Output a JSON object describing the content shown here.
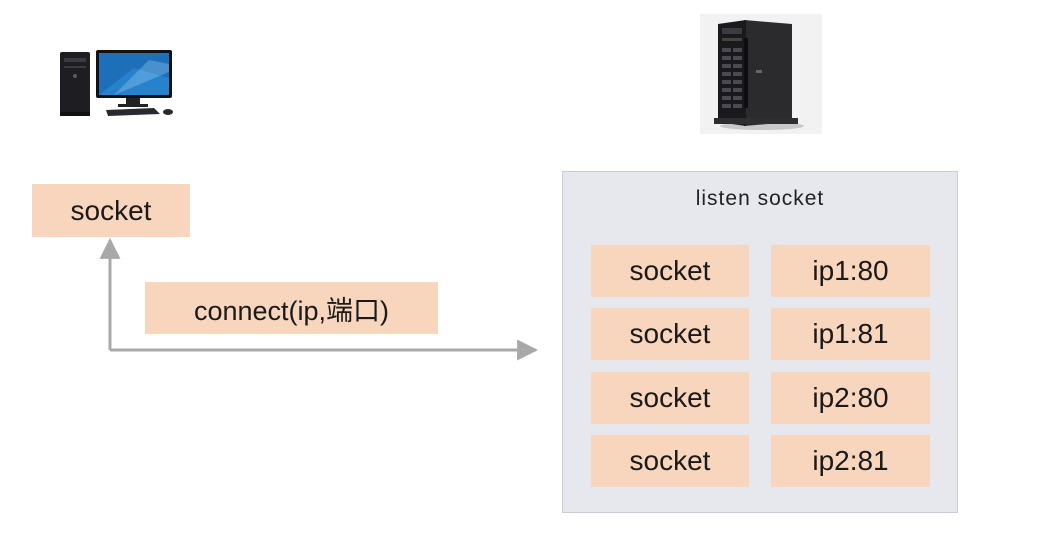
{
  "client": {
    "icon": "desktop-computer-icon",
    "socket_label": "socket"
  },
  "connection": {
    "label": "connect(ip,端口)"
  },
  "server": {
    "icon": "tower-server-icon",
    "panel_title": "listen socket",
    "rows": [
      {
        "socket": "socket",
        "address": "ip1:80"
      },
      {
        "socket": "socket",
        "address": "ip1:81"
      },
      {
        "socket": "socket",
        "address": "ip2:80"
      },
      {
        "socket": "socket",
        "address": "ip2:81"
      }
    ]
  },
  "colors": {
    "box_fill": "#f8d5bd",
    "panel_fill": "#e6e8ee",
    "arrow": "#a8a8a8"
  }
}
